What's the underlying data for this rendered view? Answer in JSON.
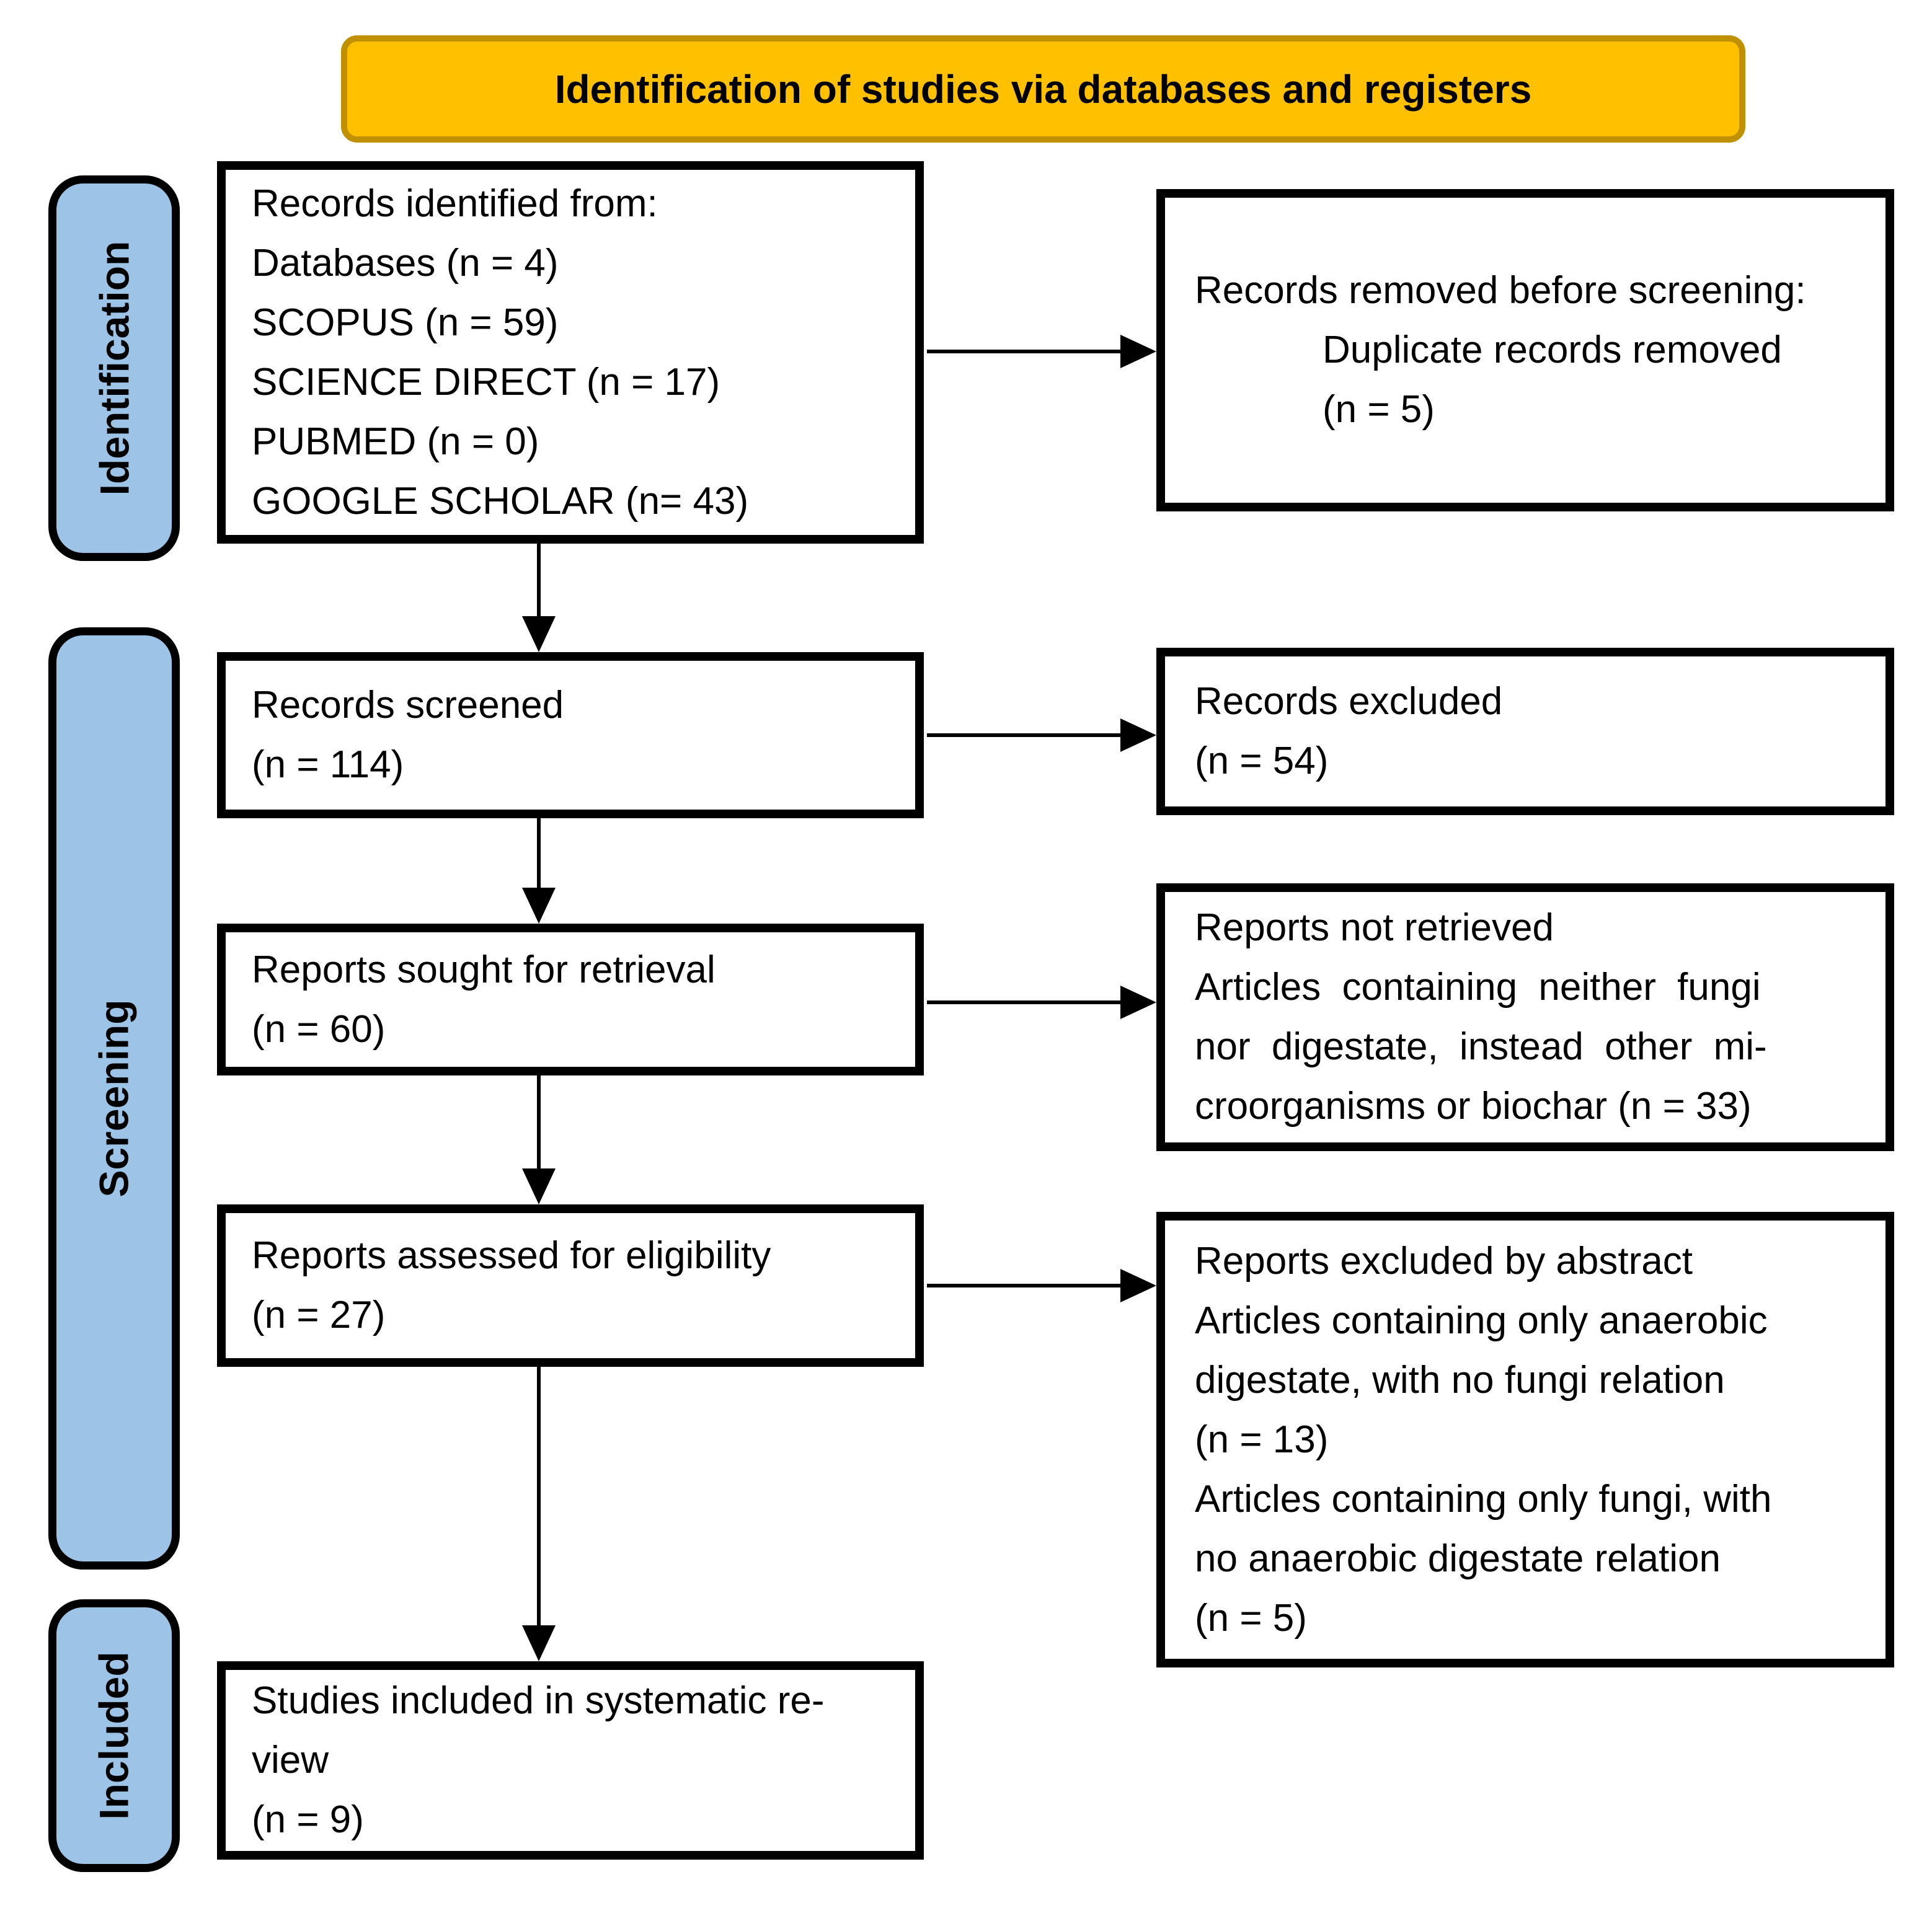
{
  "header": {
    "title": "Identification of studies via databases and registers"
  },
  "stages": {
    "identification": "Identification",
    "screening": "Screening",
    "included": "Included"
  },
  "boxes": {
    "records_identified": {
      "lines": [
        "Records identified from:",
        "Databases (n = 4)",
        "SCOPUS (n = 59)",
        "SCIENCE DIRECT (n = 17)",
        "PUBMED (n = 0)",
        "GOOGLE SCHOLAR (n= 43)"
      ]
    },
    "records_removed": {
      "lines": [
        "Records removed before screening:",
        "Duplicate records removed",
        "(n = 5)"
      ]
    },
    "records_screened": {
      "lines": [
        "Records screened",
        "(n = 114)"
      ]
    },
    "records_excluded": {
      "lines": [
        "Records excluded",
        "(n = 54)"
      ]
    },
    "reports_sought": {
      "lines": [
        "Reports sought for retrieval",
        "(n = 60)"
      ]
    },
    "reports_not_retrieved": {
      "lines": [
        "Reports not retrieved",
        "Articles containing neither fungi",
        "nor digestate, instead other mi-",
        "croorganisms or biochar (n = 33)"
      ]
    },
    "reports_assessed": {
      "lines": [
        "Reports assessed for eligibility",
        "(n = 27)"
      ]
    },
    "reports_excluded_abstract": {
      "lines": [
        "Reports excluded by abstract",
        "Articles containing only anaerobic",
        "digestate, with no fungi relation",
        "(n = 13)",
        "Articles containing only fungi, with",
        "no anaerobic digestate relation",
        "(n = 5)"
      ]
    },
    "studies_included": {
      "lines": [
        "Studies included in systematic re-",
        "view",
        "(n = 9)"
      ]
    }
  },
  "colors": {
    "header_fill": "#FFC000",
    "header_border": "#BF9000",
    "stage_fill": "#9DC3E6",
    "box_border": "#000000",
    "arrow": "#000000"
  }
}
